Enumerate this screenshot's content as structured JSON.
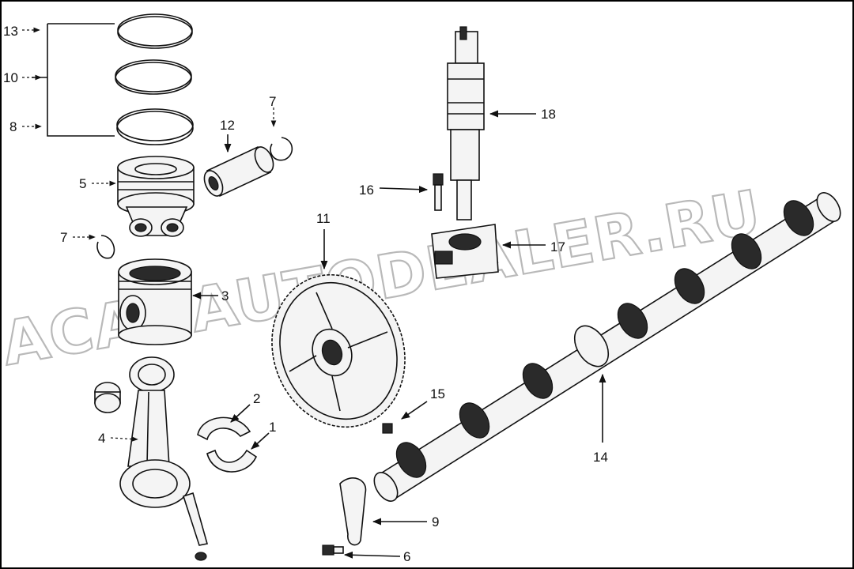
{
  "watermark": "ACAT.AUTODEALER.RU",
  "callouts": [
    {
      "id": "c13",
      "text": "13"
    },
    {
      "id": "c10",
      "text": "10"
    },
    {
      "id": "c8",
      "text": "8"
    },
    {
      "id": "c12",
      "text": "12"
    },
    {
      "id": "c7a",
      "text": "7"
    },
    {
      "id": "c5",
      "text": "5"
    },
    {
      "id": "c7b",
      "text": "7"
    },
    {
      "id": "c3",
      "text": "3"
    },
    {
      "id": "c2",
      "text": "2"
    },
    {
      "id": "c1",
      "text": "1"
    },
    {
      "id": "c4",
      "text": "4"
    },
    {
      "id": "c11",
      "text": "11"
    },
    {
      "id": "c16",
      "text": "16"
    },
    {
      "id": "c18",
      "text": "18"
    },
    {
      "id": "c17",
      "text": "17"
    },
    {
      "id": "c15",
      "text": "15"
    },
    {
      "id": "c14",
      "text": "14"
    },
    {
      "id": "c9",
      "text": "9"
    },
    {
      "id": "c6",
      "text": "6"
    }
  ]
}
